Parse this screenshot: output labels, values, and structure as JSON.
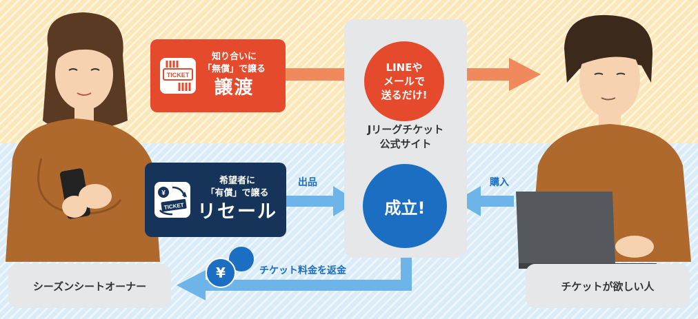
{
  "center": {
    "site_line1": "Jリーグチケット",
    "site_line2": "公式サイト",
    "line_circle": [
      "LINEや",
      "メールで",
      "送るだけ!"
    ],
    "success_circle": "成立!"
  },
  "transfer_card": {
    "line1": "知り合いに",
    "line2": "「無償」で譲る",
    "title": "譲渡",
    "icon": "ticket-hand-icon",
    "icon_text": "TICKET"
  },
  "resale_card": {
    "line1": "希望者に",
    "line2": "「有償」で譲る",
    "title": "リセール",
    "icon": "ticket-yen-cycle-icon",
    "icon_text": "TICKET"
  },
  "arrows": {
    "list_label": "出品",
    "buy_label": "購入",
    "refund_label": "チケット料金を返金",
    "coin_symbol": "¥"
  },
  "roles": {
    "owner": "シーズンシートオーナー",
    "buyer": "チケットが欲しい人"
  },
  "colors": {
    "orange": "#e64a2c",
    "navy": "#16335a",
    "blue": "#1b6ec2",
    "arrow_blue": "#6db5e8",
    "arrow_orange": "#f08a5d",
    "top_bg": "#fbe7b8",
    "bottom_bg": "#d9ecf8"
  }
}
